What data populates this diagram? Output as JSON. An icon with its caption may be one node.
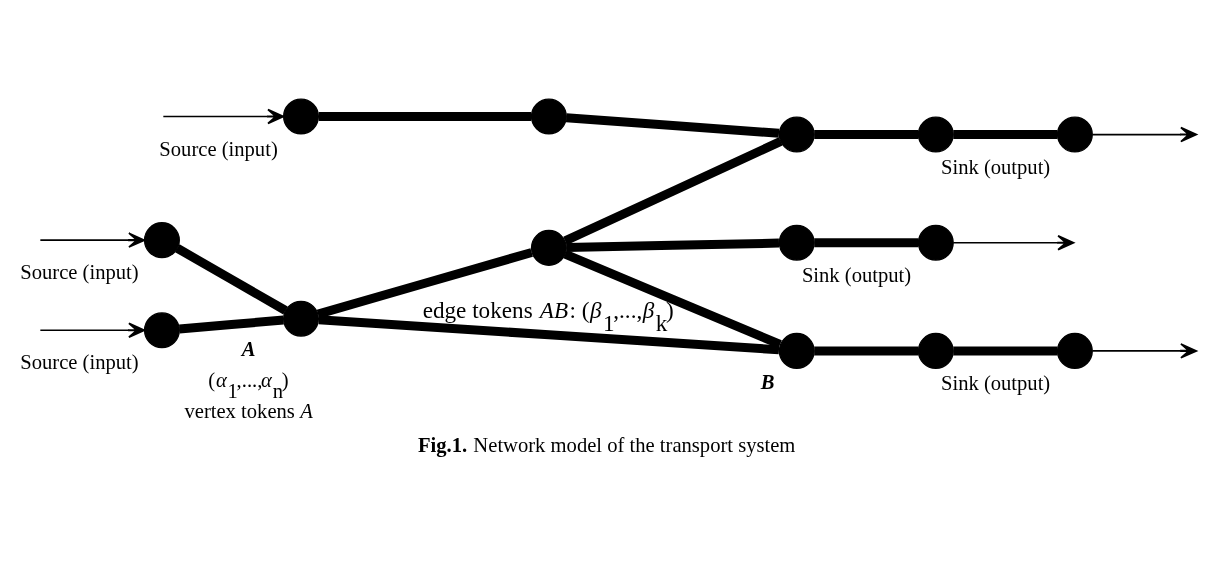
{
  "diagram": {
    "caption": "**Fig.1.** Network model of the transport system",
    "nodes": [
      {
        "text": [],
        "shape": "circle",
        "beside": [
          "Source (input)"
        ]
      },
      {
        "text": [],
        "shape": "circle",
        "beside": [
          "Source (input)"
        ]
      },
      {
        "text": [],
        "shape": "circle",
        "beside": [
          "Source (input)"
        ]
      },
      {
        "text": [],
        "shape": "circle",
        "beside": [
          "A",
          "(*α*$_{1}$,...,*α*$_{n}$)",
          "vertex tokens *A*"
        ]
      },
      {
        "text": [],
        "shape": "circle",
        "beside": [
          "B"
        ]
      },
      {
        "text": [],
        "shape": "circle"
      },
      {
        "text": [],
        "shape": "circle"
      },
      {
        "text": [],
        "shape": "circle"
      },
      {
        "text": [],
        "shape": "circle"
      },
      {
        "text": [],
        "shape": "circle"
      },
      {
        "text": [],
        "shape": "circle",
        "beside": [
          "Sink (output)"
        ]
      },
      {
        "text": [],
        "shape": "circle"
      },
      {
        "text": [],
        "shape": "circle",
        "beside": [
          "Sink (output)"
        ]
      },
      {
        "text": [],
        "shape": "circle",
        "beside": [
          "Sink (output)"
        ]
      }
    ],
    "edges": [
      {
        "from": null,
        "to": 0,
        "arrow": "to"
      },
      {
        "from": null,
        "to": 1,
        "arrow": "to"
      },
      {
        "from": null,
        "to": 2,
        "arrow": "to"
      },
      {
        "from": 0,
        "to": 3,
        "arrow": "none"
      },
      {
        "from": 1,
        "to": 3,
        "arrow": "none"
      },
      {
        "from": 3,
        "to": 4,
        "arrow": "none",
        "label": "edge tokens *AB*: (*β*$_{1}$,...,*β*$_{k}$)"
      },
      {
        "from": 3,
        "to": 5,
        "arrow": "none"
      },
      {
        "from": 5,
        "to": 4,
        "arrow": "none"
      },
      {
        "from": 2,
        "to": 6,
        "arrow": "none"
      },
      {
        "from": 6,
        "to": 7,
        "arrow": "none"
      },
      {
        "from": 5,
        "to": 7,
        "arrow": "none"
      },
      {
        "from": 4,
        "to": 9,
        "arrow": "none"
      },
      {
        "from": 5,
        "to": 11,
        "arrow": "none"
      },
      {
        "from": 7,
        "to": 8,
        "arrow": "none"
      },
      {
        "from": 9,
        "to": 10,
        "arrow": "none"
      },
      {
        "from": 11,
        "to": 12,
        "arrow": "none"
      },
      {
        "from": 8,
        "to": 13,
        "arrow": "none"
      },
      {
        "from": 10,
        "to": null,
        "arrow": "to"
      },
      {
        "from": 12,
        "to": null,
        "arrow": "to"
      },
      {
        "from": 13,
        "to": null,
        "arrow": "to"
      }
    ]
  }
}
